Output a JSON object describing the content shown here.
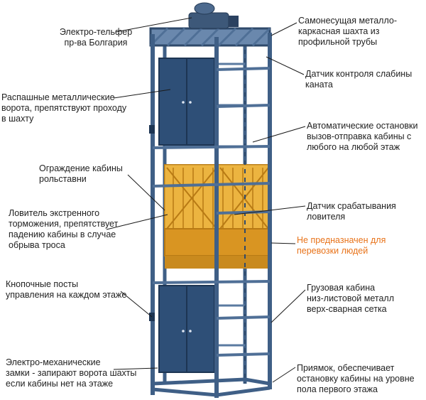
{
  "colors": {
    "frame": "#4f6f96",
    "frame_dark": "#2f4a6b",
    "door": "#2e4f77",
    "cabin": "#e2a12a",
    "cabin_dark": "#c4841b",
    "leader": "#1a1a1a",
    "warning": "#e8731a"
  },
  "callouts": {
    "hoist": "Электро-тельфер\nпр-ва Болгария",
    "shaft": "Самонесущая металло-\nкаркасная шахта из\nпрофильной трубы",
    "slack_sensor": "Датчик контроля слабины\nканата",
    "swing_gates": "Распашные металлические\nворота, препятствуют проходу\nв шахту",
    "auto_stops": "Автоматические остановки\nвызов-отправка кабины с\nлюбого на любой этаж",
    "cabin_fence": "Ограждение кабины\nрольставни",
    "catcher_sensor": "Датчик срабатывания\nловителя",
    "emergency_catcher": "Ловитель экстренного\nторможения, препятствует\nпадению кабины в случае\nобрыва троса",
    "not_for_people": "Не предназначен для\nперевозки людей",
    "push_buttons": "Кнопочные посты\nуправления на каждом этаже",
    "cargo_cabin": "Грузовая кабина\nниз-листовой металл\nверх-сварная сетка",
    "locks": "Электро-механические\nзамки - запирают ворота шахты\nесли кабины нет на этаже",
    "pit": "Приямок, обеспечивает\nостановку кабины на уровне\nпола первого этажа"
  }
}
